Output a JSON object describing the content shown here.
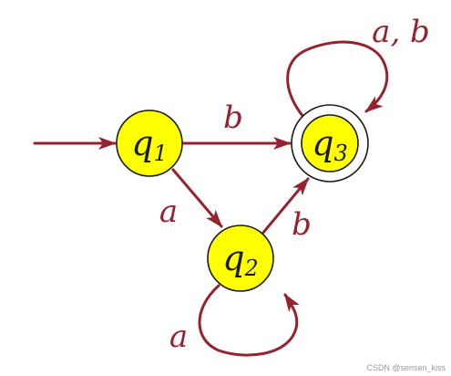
{
  "colors": {
    "edge": "#97222f",
    "state_fill": "#ffff00",
    "state_stroke": "#1a1a1a",
    "accept_fill": "#ffffff"
  },
  "states": [
    {
      "id": "q1",
      "base": "q",
      "sub": "1",
      "initial": true,
      "accepting": false
    },
    {
      "id": "q2",
      "base": "q",
      "sub": "2",
      "initial": false,
      "accepting": false
    },
    {
      "id": "q3",
      "base": "q",
      "sub": "3",
      "initial": false,
      "accepting": true
    }
  ],
  "transitions": [
    {
      "from": "q1",
      "to": "q3",
      "label": "b"
    },
    {
      "from": "q1",
      "to": "q2",
      "label": "a"
    },
    {
      "from": "q2",
      "to": "q3",
      "label": "b"
    },
    {
      "from": "q2",
      "to": "q2",
      "label": "a"
    },
    {
      "from": "q3",
      "to": "q3",
      "label": "a, b"
    }
  ],
  "watermark": "CSDN @sensen_kiss"
}
